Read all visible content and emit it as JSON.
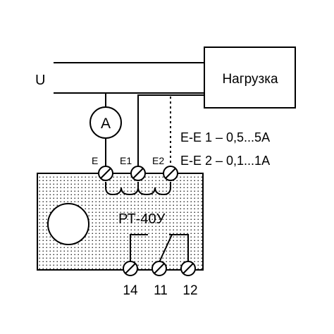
{
  "supply_label": "U",
  "load_label": "Нагрузка",
  "ammeter_label": "A",
  "terminals_top": [
    "E",
    "E1",
    "E2"
  ],
  "ranges": [
    "E-E 1 – 0,5...5A",
    "E-E 2 – 0,1...1A"
  ],
  "device_label": "РТ-40У",
  "terminals_bottom": [
    "14",
    "11",
    "12"
  ]
}
